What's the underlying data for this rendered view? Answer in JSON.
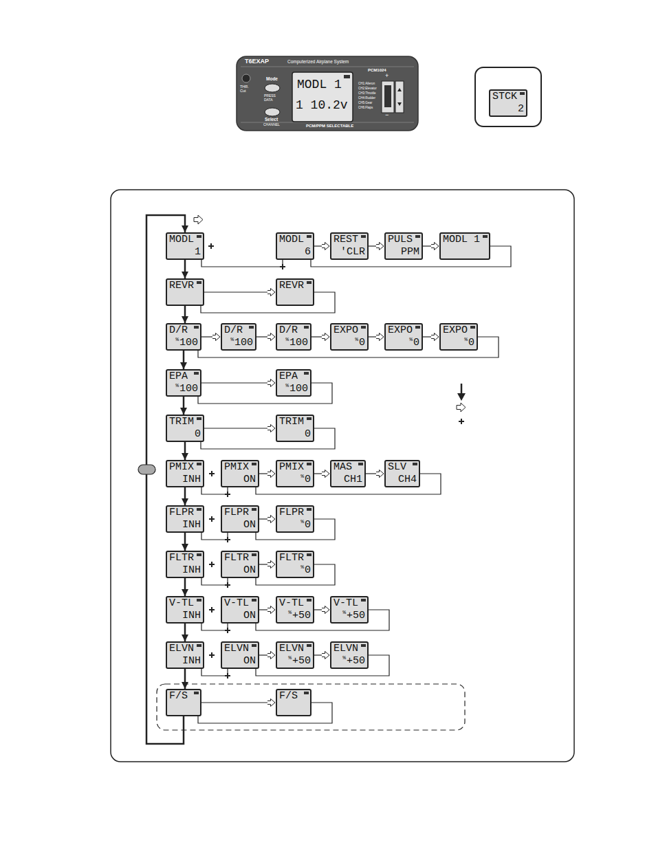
{
  "diagram": {
    "nodes": [
      {
        "text": [
          "STCK",
          "2"
        ]
      },
      {
        "text": [
          "MODL",
          "1"
        ]
      },
      {
        "text": [
          "MODL",
          "6"
        ]
      },
      {
        "text": [
          "REST",
          "'CLR"
        ]
      },
      {
        "text": [
          "PULS",
          "PPM"
        ]
      },
      {
        "text": [
          "MODL 1"
        ]
      },
      {
        "text": [
          "REVR"
        ]
      },
      {
        "text": [
          "REVR"
        ]
      },
      {
        "text": [
          "D/R",
          "%",
          "100"
        ]
      },
      {
        "text": [
          "D/R",
          "%",
          "100"
        ]
      },
      {
        "text": [
          "D/R",
          "%",
          "100"
        ]
      },
      {
        "text": [
          "EXPO",
          "%",
          "0"
        ]
      },
      {
        "text": [
          "EXPO",
          "%",
          "0"
        ]
      },
      {
        "text": [
          "EXPO",
          "%",
          "0"
        ]
      },
      {
        "text": [
          "EPA",
          "%",
          "100"
        ]
      },
      {
        "text": [
          "EPA",
          "%",
          "100"
        ]
      },
      {
        "text": [
          "TRIM",
          "0"
        ]
      },
      {
        "text": [
          "TRIM",
          "0"
        ]
      },
      {
        "text": [
          "PMIX",
          "INH"
        ]
      },
      {
        "text": [
          "PMIX",
          "ON"
        ]
      },
      {
        "text": [
          "PMIX",
          "%",
          "0"
        ]
      },
      {
        "text": [
          "MAS",
          "CH1"
        ]
      },
      {
        "text": [
          "SLV",
          "CH4"
        ]
      },
      {
        "text": [
          "FLPR",
          "INH"
        ]
      },
      {
        "text": [
          "FLPR",
          "ON"
        ]
      },
      {
        "text": [
          "FLPR",
          "%",
          "0"
        ]
      },
      {
        "text": [
          "FLTR",
          "INH"
        ]
      },
      {
        "text": [
          "FLTR",
          "ON"
        ]
      },
      {
        "text": [
          "FLTR",
          "%",
          "0"
        ]
      },
      {
        "text": [
          "V-TL",
          "INH"
        ]
      },
      {
        "text": [
          "V-TL",
          "ON"
        ]
      },
      {
        "text": [
          "V-TL",
          "%",
          "+50"
        ]
      },
      {
        "text": [
          "V-TL",
          "%",
          "+50"
        ]
      },
      {
        "text": [
          "ELVN",
          "INH"
        ]
      },
      {
        "text": [
          "ELVN",
          "ON"
        ]
      },
      {
        "text": [
          "ELVN",
          "%",
          "+50"
        ]
      },
      {
        "text": [
          "ELVN",
          "%",
          "+50"
        ]
      },
      {
        "text": [
          "F/S"
        ]
      },
      {
        "text": [
          "F/S"
        ]
      }
    ],
    "edges": [
      {
        "from": 1,
        "to": 6,
        "arrow": "to"
      },
      {
        "from": 6,
        "to": 8,
        "arrow": "to"
      },
      {
        "from": 8,
        "to": 14,
        "arrow": "to"
      },
      {
        "from": 14,
        "to": 16,
        "arrow": "to"
      },
      {
        "from": 16,
        "to": 18,
        "arrow": "to"
      },
      {
        "from": 18,
        "to": 23,
        "arrow": "to"
      },
      {
        "from": 23,
        "to": 26,
        "arrow": "to"
      },
      {
        "from": 26,
        "to": 29,
        "arrow": "to"
      },
      {
        "from": 29,
        "to": 33,
        "arrow": "to"
      },
      {
        "from": 33,
        "to": 37,
        "arrow": "to"
      },
      {
        "from": 37,
        "to": 1,
        "arrow": "to"
      },
      {
        "from": 1,
        "to": 2,
        "arrow": "none"
      },
      {
        "from": 2,
        "to": 3,
        "arrow": "to"
      },
      {
        "from": 3,
        "to": 4,
        "arrow": "to"
      },
      {
        "from": 4,
        "to": 5,
        "arrow": "to"
      },
      {
        "from": 5,
        "to": 2,
        "arrow": "none"
      },
      {
        "from": 6,
        "to": 7,
        "arrow": "to"
      },
      {
        "from": 7,
        "to": 6,
        "arrow": "none"
      },
      {
        "from": 8,
        "to": 9,
        "arrow": "to"
      },
      {
        "from": 9,
        "to": 10,
        "arrow": "to"
      },
      {
        "from": 10,
        "to": 11,
        "arrow": "to"
      },
      {
        "from": 11,
        "to": 12,
        "arrow": "to"
      },
      {
        "from": 12,
        "to": 13,
        "arrow": "to"
      },
      {
        "from": 13,
        "to": 8,
        "arrow": "none"
      },
      {
        "from": 14,
        "to": 15,
        "arrow": "to"
      },
      {
        "from": 15,
        "to": 14,
        "arrow": "none"
      },
      {
        "from": 16,
        "to": 17,
        "arrow": "to"
      },
      {
        "from": 17,
        "to": 16,
        "arrow": "none"
      },
      {
        "from": 18,
        "to": 19,
        "arrow": "none"
      },
      {
        "from": 19,
        "to": 20,
        "arrow": "to"
      },
      {
        "from": 20,
        "to": 21,
        "arrow": "to"
      },
      {
        "from": 21,
        "to": 22,
        "arrow": "to"
      },
      {
        "from": 22,
        "to": 19,
        "arrow": "none"
      },
      {
        "from": 23,
        "to": 24,
        "arrow": "none"
      },
      {
        "from": 24,
        "to": 25,
        "arrow": "to"
      },
      {
        "from": 25,
        "to": 24,
        "arrow": "none"
      },
      {
        "from": 26,
        "to": 27,
        "arrow": "none"
      },
      {
        "from": 27,
        "to": 28,
        "arrow": "to"
      },
      {
        "from": 28,
        "to": 27,
        "arrow": "none"
      },
      {
        "from": 29,
        "to": 30,
        "arrow": "none"
      },
      {
        "from": 30,
        "to": 31,
        "arrow": "to"
      },
      {
        "from": 31,
        "to": 32,
        "arrow": "to"
      },
      {
        "from": 32,
        "to": 30,
        "arrow": "none"
      },
      {
        "from": 33,
        "to": 34,
        "arrow": "none"
      },
      {
        "from": 34,
        "to": 35,
        "arrow": "to"
      },
      {
        "from": 35,
        "to": 36,
        "arrow": "to"
      },
      {
        "from": 36,
        "to": 34,
        "arrow": "none"
      },
      {
        "from": 37,
        "to": 38,
        "arrow": "to"
      },
      {
        "from": 38,
        "to": 37,
        "arrow": "none"
      }
    ],
    "labels": [
      "T6EXAP",
      "Computerized Airplane System",
      "THR. Cut",
      "Mode",
      "PRESS DATA",
      "Select",
      "CHANNEL",
      "PCM1024",
      "MODL 1",
      "1 10.2v",
      "PCM/PPM SELECTABLE",
      "+",
      "−",
      "CH1:Aileron",
      "CH2:Elevator",
      "CH3:Throttle",
      "CH4:Rudder",
      "CH5:Gear",
      "CH6:Flaps"
    ]
  }
}
